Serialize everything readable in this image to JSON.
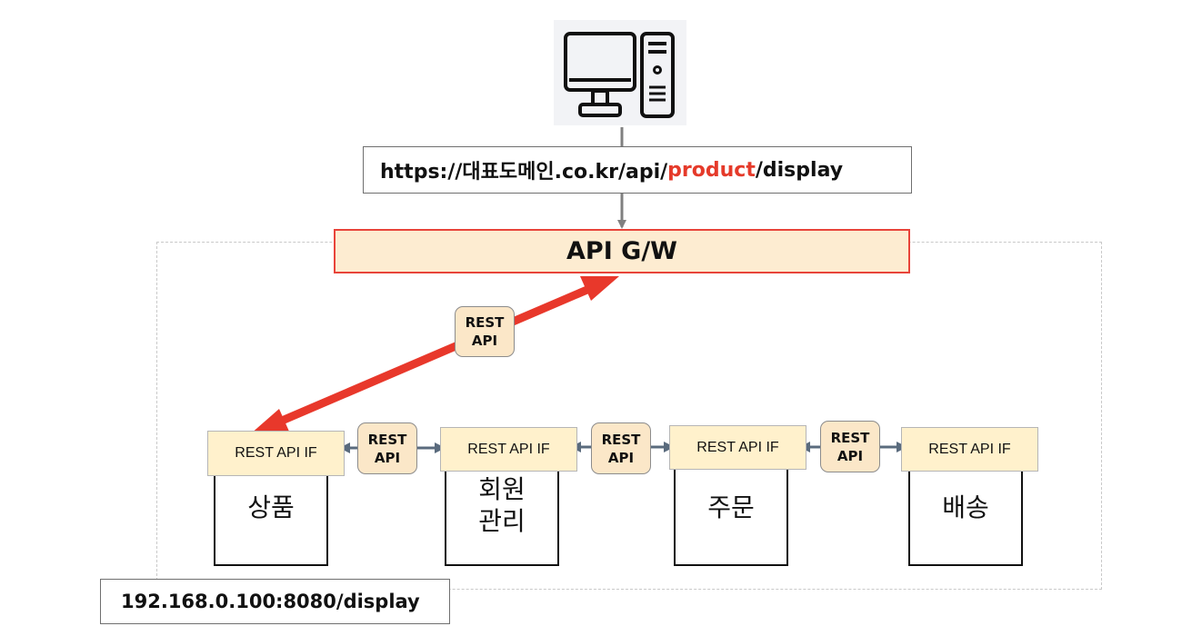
{
  "client": {
    "icon": "desktop-computer-icon"
  },
  "url": {
    "prefix": "https://대표도메인.co.kr/api/",
    "highlight": "product",
    "suffix": "/display",
    "highlight_color": "#e53a2a"
  },
  "gateway": {
    "label": "API G/W",
    "border_color": "#e8443a",
    "fill_color": "#fdecd1"
  },
  "badge": {
    "line1": "REST",
    "line2": "API"
  },
  "interface_label": "REST API IF",
  "services": [
    {
      "line1": "상품",
      "line2": ""
    },
    {
      "line1": "회원",
      "line2": "관리"
    },
    {
      "line1": "주문",
      "line2": ""
    },
    {
      "line1": "배송",
      "line2": ""
    }
  ],
  "internal_address": "192.168.0.100:8080/display",
  "colors": {
    "call_arrow": "#e8382b",
    "link_arrow": "#5a6b7d",
    "connector": "#808080"
  }
}
